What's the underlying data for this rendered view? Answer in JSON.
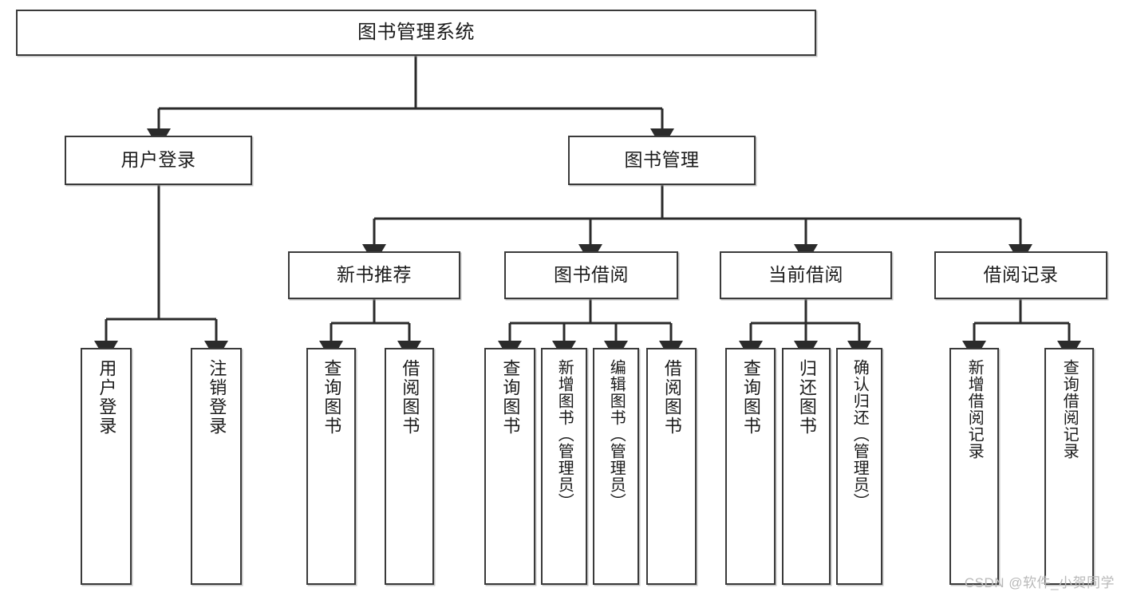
{
  "diagram": {
    "title": "图书管理系统",
    "type": "tree-hierarchy",
    "watermark": "CSDN @软件_小贺同学",
    "colors": {
      "box_border": "#3a3a3a",
      "box_fill": "#ffffff",
      "edge": "#2b2b2b",
      "text": "#1b1b1b",
      "watermark": "#b9b9b9"
    },
    "nodes": {
      "root": {
        "label": "图书管理系统"
      },
      "level2": [
        {
          "id": "user-login",
          "label": "用户登录"
        },
        {
          "id": "book-manage",
          "label": "图书管理"
        }
      ],
      "level3": [
        {
          "id": "new-book-recommend",
          "label": "新书推荐"
        },
        {
          "id": "book-borrow",
          "label": "图书借阅"
        },
        {
          "id": "current-borrow",
          "label": "当前借阅"
        },
        {
          "id": "borrow-record",
          "label": "借阅记录"
        }
      ],
      "leaves": [
        {
          "id": "leaf-user-login",
          "label": "用户登录",
          "parent": "user-login"
        },
        {
          "id": "leaf-logout",
          "label": "注销登录",
          "parent": "user-login"
        },
        {
          "id": "leaf-query-book-1",
          "label": "查询图书",
          "parent": "new-book-recommend"
        },
        {
          "id": "leaf-borrow-book-1",
          "label": "借阅图书",
          "parent": "new-book-recommend"
        },
        {
          "id": "leaf-query-book-2",
          "label": "查询图书",
          "parent": "book-borrow"
        },
        {
          "id": "leaf-add-book",
          "label": "新增图书（管理员）",
          "parent": "book-borrow"
        },
        {
          "id": "leaf-edit-book",
          "label": "编辑图书（管理员）",
          "parent": "book-borrow"
        },
        {
          "id": "leaf-borrow-book-2",
          "label": "借阅图书",
          "parent": "book-borrow"
        },
        {
          "id": "leaf-query-book-3",
          "label": "查询图书",
          "parent": "current-borrow"
        },
        {
          "id": "leaf-return-book",
          "label": "归还图书",
          "parent": "current-borrow"
        },
        {
          "id": "leaf-confirm-return",
          "label": "确认归还（管理员）",
          "parent": "current-borrow"
        },
        {
          "id": "leaf-add-record",
          "label": "新增借阅记录",
          "parent": "borrow-record"
        },
        {
          "id": "leaf-query-record",
          "label": "查询借阅记录",
          "parent": "borrow-record"
        }
      ]
    }
  }
}
